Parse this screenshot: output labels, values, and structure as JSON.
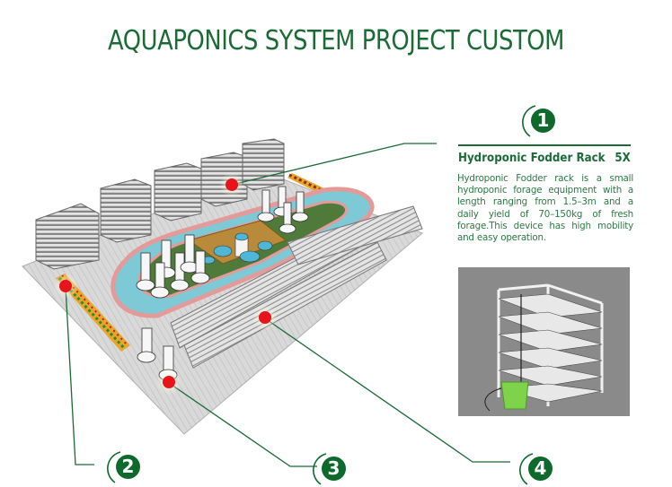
{
  "title": "AQUAPONICS SYSTEM PROJECT CUSTOM",
  "colors": {
    "brand_green": "#1a6b35",
    "badge_green": "#0e6a2c",
    "marker_red": "#e8131b",
    "water_blue": "#7ec9d6",
    "pool_border": "#e59a9a",
    "grow_bed_green": "#4f7a3a",
    "photo_background": "#8a8a8a",
    "bucket_green": "#7ed34a"
  },
  "callouts": [
    {
      "number": "1",
      "target": "fodder-rack-stacks"
    },
    {
      "number": "2",
      "target": "seedling-trays-row"
    },
    {
      "number": "3",
      "target": "vertical-tower-planter"
    },
    {
      "number": "4",
      "target": "nft-pipe-racks"
    }
  ],
  "detail_panel": {
    "number": "1",
    "heading": "Hydroponic Fodder Rack",
    "quantity": "5X",
    "description": "Hydroponic Fodder rack is a small hydroponic forage equipment with a length ranging from 1.5–3m and a daily yield of 70–150kg of fresh forage.This device has high mobility and easy operation.",
    "photo_subject": "fodder-rack-photo"
  },
  "scene": {
    "fodder_rack_count": 5,
    "tower_count_left_bed": 6,
    "tower_count_right_bed": 5,
    "tank_count": 5
  }
}
